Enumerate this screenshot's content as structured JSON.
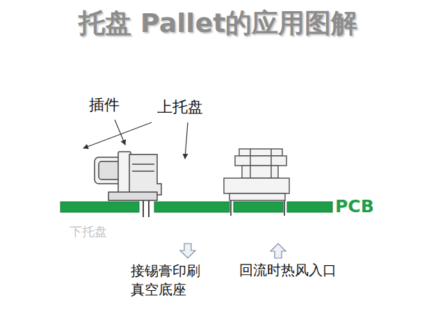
{
  "diagram": {
    "title": "托盘 Pallet的应用图解",
    "labels": [
      "插件",
      "上托盘",
      "PCB",
      "下托盘",
      "接锡膏印刷 真空底座",
      "回流时热风入口"
    ]
  }
}
